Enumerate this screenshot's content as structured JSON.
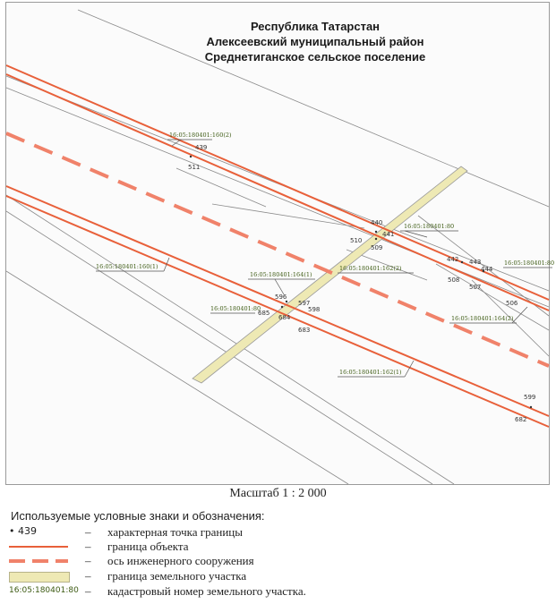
{
  "header": {
    "line1": "Республика Татарстан",
    "line2": "Алексеевский муниципальный район",
    "line3": "Среднетиганское сельское поселение"
  },
  "colors": {
    "object_boundary": "#e8603a",
    "engineering_axis": "#f0826a",
    "land_plot": "#eee9b4",
    "cadastral_text": "#3c5a12",
    "line_gray": "#8a8a8a"
  },
  "map": {
    "points": {
      "p439": "439",
      "p511": "511",
      "p440": "440",
      "p441": "441",
      "p510": "510",
      "p509": "509",
      "p442": "442",
      "p443": "443",
      "p444": "444",
      "p508": "508",
      "p507": "507",
      "p506": "506",
      "p596": "596",
      "p597": "597",
      "p598": "598",
      "p685": "685",
      "p684": "684",
      "p683": "683",
      "p599": "599",
      "p682": "682"
    },
    "cadastral": {
      "c160_2": "16:05:180401:160(2)",
      "c80_top": "16:05:180401:80",
      "c80_right": "16:05:180401:80",
      "c80_left": "16:05:180401:80",
      "c160_1": "16:05:180401:160(1)",
      "c164_1": "16:05:180401:164(1)",
      "c162_2": "16:05:180401:162(2)",
      "c164_2": "16:05:180401:164(2)",
      "c162_1": "16:05:180401:162(1)"
    }
  },
  "scale_text": "Масштаб 1 : 2 000",
  "legend": {
    "title": "Используемые условные знаки и обозначения:",
    "dash": "–",
    "point_sample": "• 439",
    "point_label": "характерная точка границы",
    "object_label": "граница объекта",
    "axis_label": "ось инженерного сооружения",
    "plot_label": "граница земельного участка",
    "cad_sample": "16:05:180401:80",
    "cad_label": "кадастровый номер земельного участка."
  }
}
